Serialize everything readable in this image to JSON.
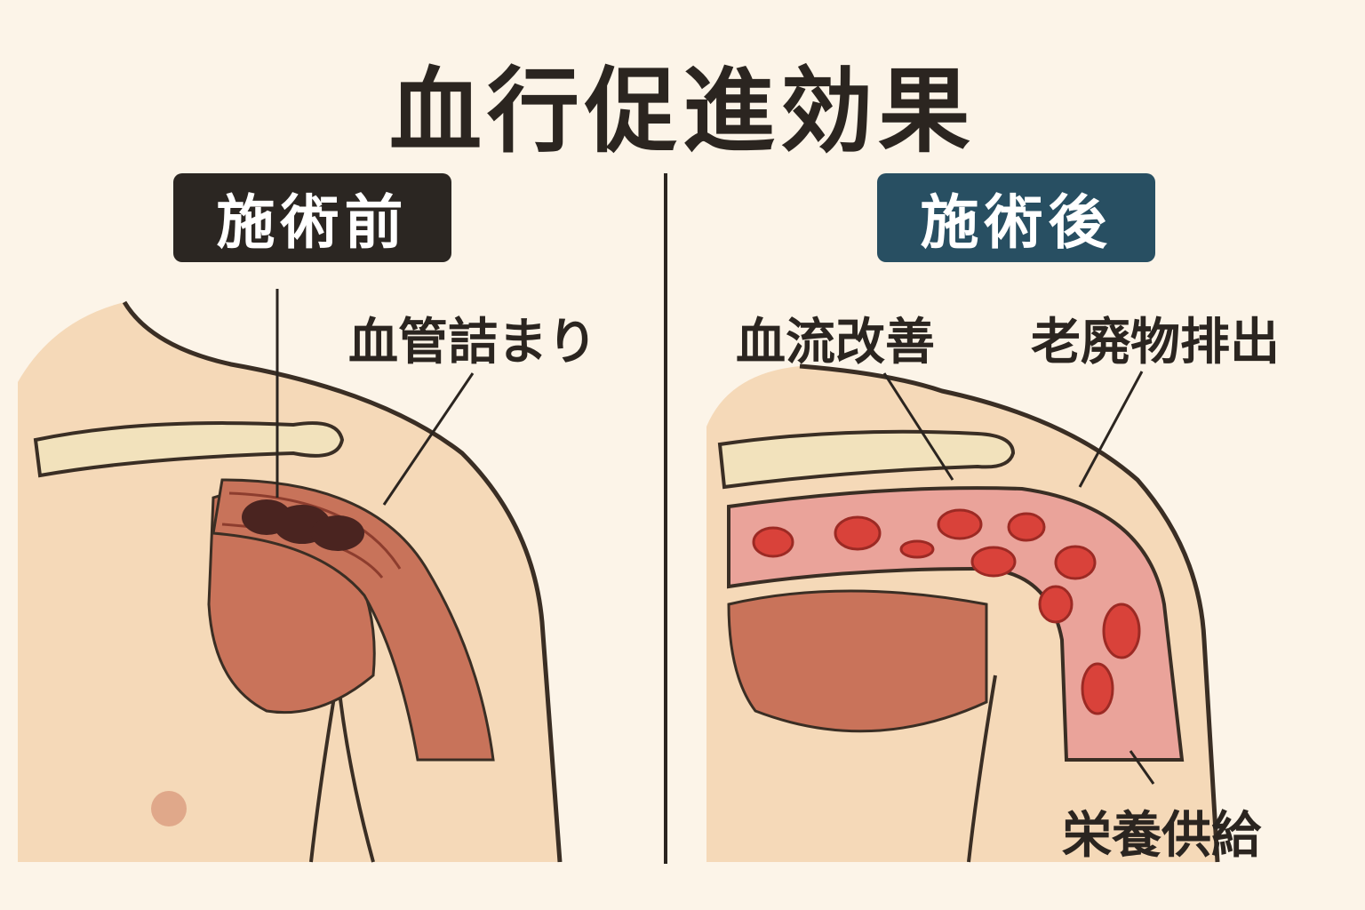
{
  "title": "血行促進効果",
  "before": {
    "badge": "施術前",
    "callout": "血管詰まり"
  },
  "after": {
    "badge": "施術後",
    "callouts": [
      "血流改善",
      "老廃物排出",
      "栄養供給"
    ]
  },
  "colors": {
    "background": "#fcf4e8",
    "skin": "#f5d9b8",
    "outline": "#3a2e24",
    "before_badge": "#2b2622",
    "after_badge": "#284f62",
    "blood_cell": "#d9423a"
  }
}
